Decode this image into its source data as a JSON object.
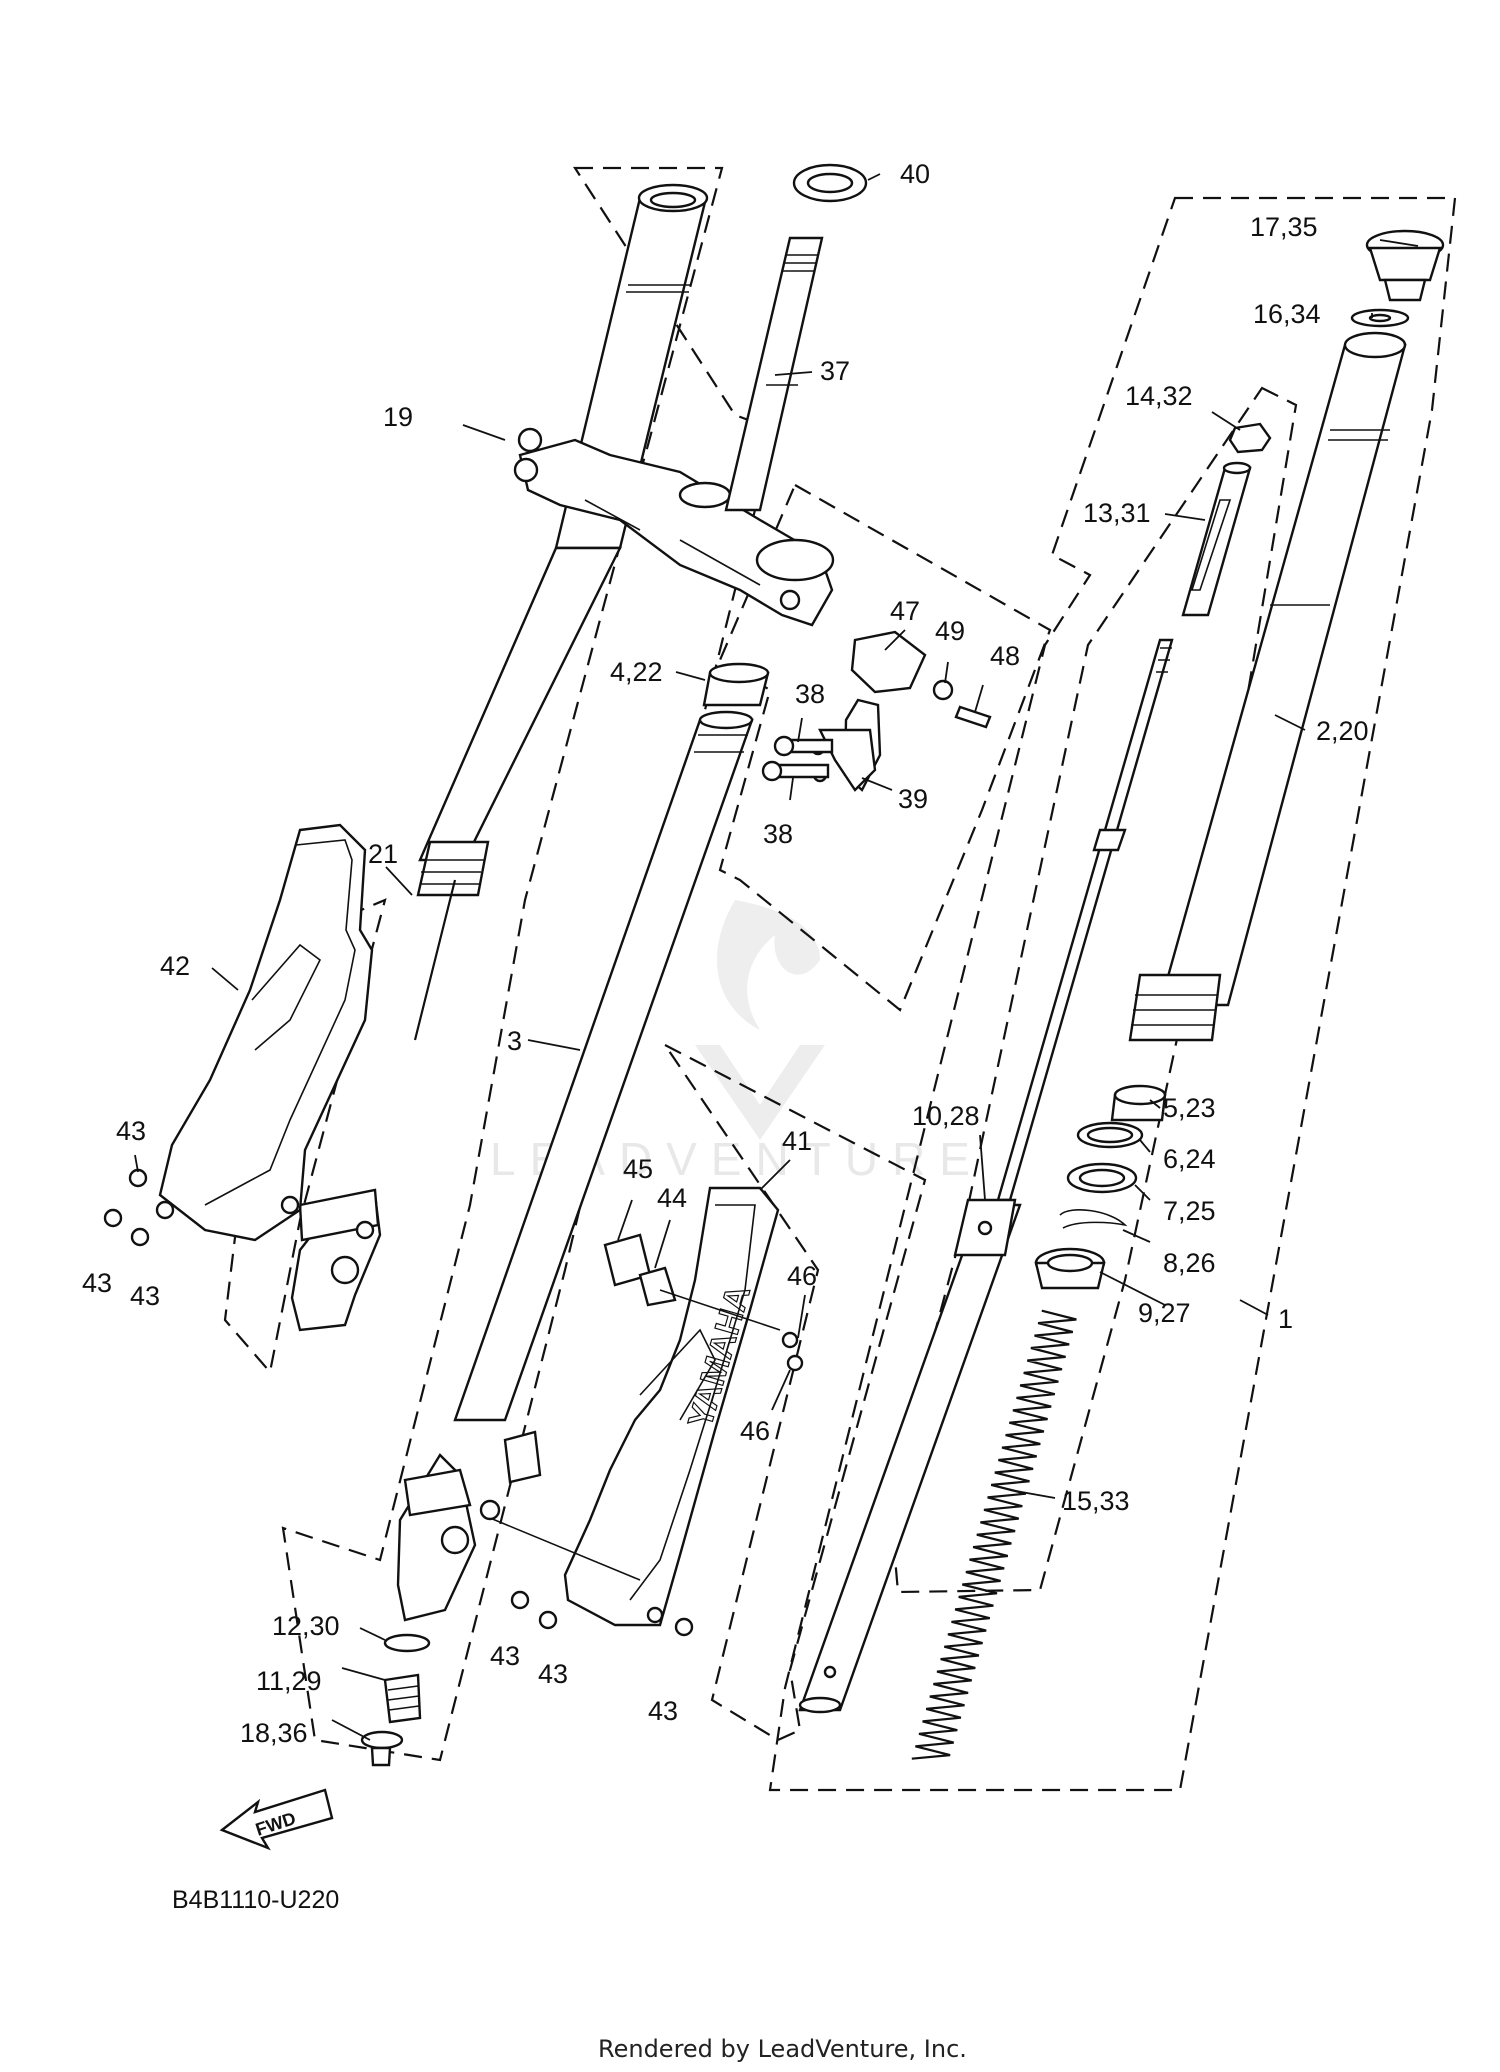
{
  "diagram": {
    "reference_code": "B4B1110-U220",
    "footer": "Rendered by LeadVenture, Inc.",
    "watermark": "LEADVENTURE",
    "direction_marker": "FWD",
    "brand_on_guard": "YAMAHA"
  },
  "callouts": {
    "c40": "40",
    "c17_35": "17,35",
    "c16_34": "16,34",
    "c37": "37",
    "c19": "19",
    "c14_32": "14,32",
    "c13_31": "13,31",
    "c47": "47",
    "c49": "49",
    "c48": "48",
    "c4_22": "4,22",
    "c38a": "38",
    "c2_20": "2,20",
    "c39": "39",
    "c38b": "38",
    "c21": "21",
    "c42": "42",
    "c3": "3",
    "c5_23": "5,23",
    "c10_28": "10,28",
    "c41": "41",
    "c6_24": "6,24",
    "c43a": "43",
    "c45": "45",
    "c44": "44",
    "c7_25": "7,25",
    "c43b": "43",
    "c43c": "43",
    "c8_26": "8,26",
    "c46a": "46",
    "c9_27": "9,27",
    "c1": "1",
    "c46b": "46",
    "c15_33": "15,33",
    "c12_30": "12,30",
    "c43d": "43",
    "c43e": "43",
    "c11_29": "11,29",
    "c18_36": "18,36",
    "c43f": "43"
  }
}
